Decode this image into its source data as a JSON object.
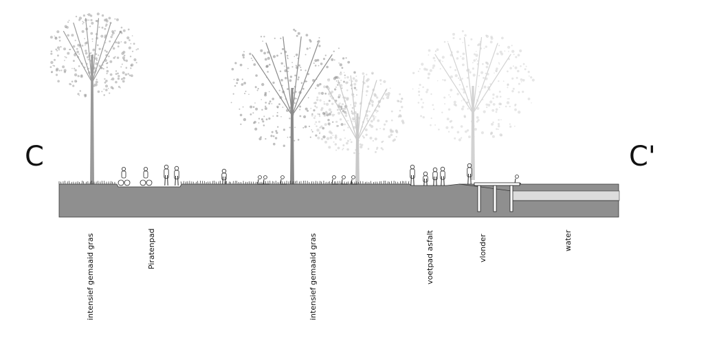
{
  "section": {
    "start_marker": "C",
    "end_marker": "C'"
  },
  "zones": [
    "intensief gemaaid gras",
    "Piratenpad",
    "intensief gemaaid gras",
    "voetpad asfalt",
    "vlonder",
    "water"
  ],
  "colors": {
    "ground": "#8f8f8f",
    "water_surface": "#dcdcdc",
    "water_deep": "#8f8f8f",
    "tree_dark": "#9a9a9a",
    "tree_light": "#c9c9c9",
    "outline": "#333333"
  },
  "icons": [
    "tree-icon",
    "pedestrian-icon",
    "cyclist-icon",
    "sitting-person-icon",
    "dock-pile-icon"
  ]
}
